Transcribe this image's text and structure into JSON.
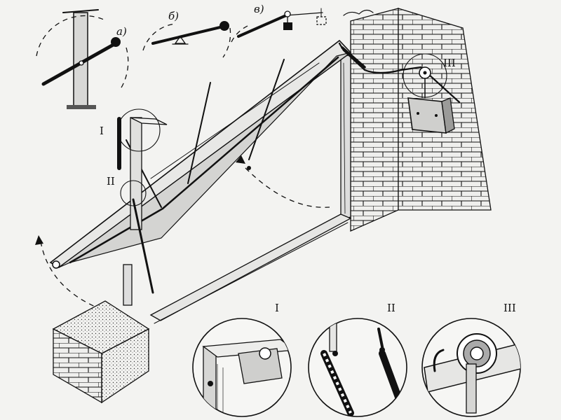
{
  "variants": [
    {
      "label": "а)"
    },
    {
      "label": "б)"
    },
    {
      "label": "в)"
    }
  ],
  "callouts": [
    {
      "label": "I"
    },
    {
      "label": "II"
    },
    {
      "label": "III"
    }
  ],
  "details": [
    {
      "label": "I"
    },
    {
      "label": "II"
    },
    {
      "label": "III"
    }
  ]
}
